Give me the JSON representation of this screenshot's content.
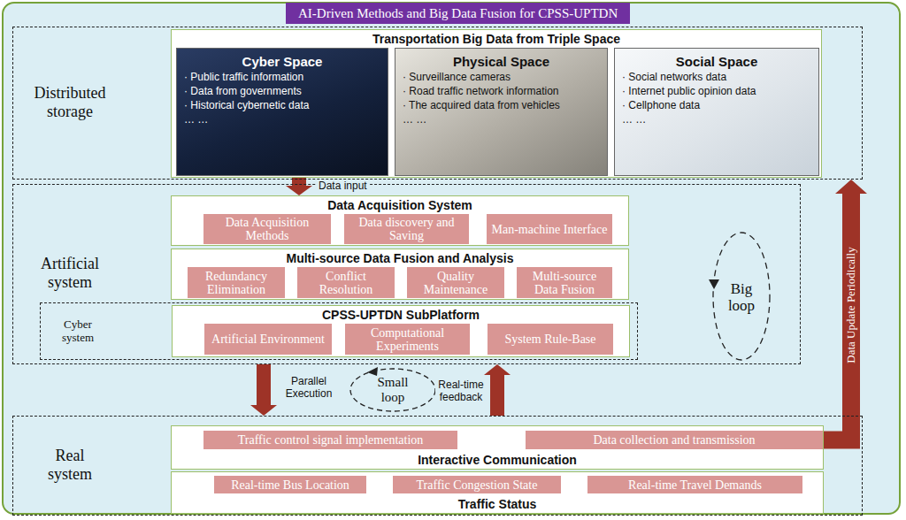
{
  "diagram": {
    "title": "AI-Driven Methods and Big Data Fusion for CPSS-UPTDN",
    "nodes": [
      {
        "text": [
          "Distributed storage"
        ]
      },
      {
        "text": [
          "Transportation Big Data from Triple Space"
        ],
        "in": 0
      },
      {
        "text": [
          "Cyber Space",
          "· Public traffic information",
          "· Data from governments",
          "· Historical cybernetic data",
          "… …"
        ],
        "in": 1
      },
      {
        "text": [
          "Physical Space",
          "· Surveillance cameras",
          "· Road traffic network information",
          "· The acquired data from vehicles",
          "… …"
        ],
        "in": 1
      },
      {
        "text": [
          "Social Space",
          "· Social networks data",
          "· Internet public opinion data",
          "· Cellphone data",
          "… …"
        ],
        "in": 1
      },
      {
        "text": [
          "Artificial system"
        ]
      },
      {
        "text": [
          "Data Acquisition System"
        ],
        "in": 5
      },
      {
        "text": [
          "Data Acquisition Methods"
        ],
        "in": 6
      },
      {
        "text": [
          "Data discovery and Saving"
        ],
        "in": 6
      },
      {
        "text": [
          "Man-machine Interface"
        ],
        "in": 6
      },
      {
        "text": [
          "Multi-source Data Fusion and Analysis"
        ],
        "in": 5
      },
      {
        "text": [
          "Redundancy Elimination"
        ],
        "in": 10
      },
      {
        "text": [
          "Conflict Resolution"
        ],
        "in": 10
      },
      {
        "text": [
          "Quality Maintenance"
        ],
        "in": 10
      },
      {
        "text": [
          "Multi-source Data Fusion"
        ],
        "in": 10
      },
      {
        "text": [
          "Cyber system"
        ],
        "in": 5
      },
      {
        "text": [
          "CPSS-UPTDN SubPlatform"
        ],
        "in": 15
      },
      {
        "text": [
          "Artificial Environment"
        ],
        "in": 16
      },
      {
        "text": [
          "Computational Experiments"
        ],
        "in": 16
      },
      {
        "text": [
          "System Rule-Base"
        ],
        "in": 16
      },
      {
        "text": [
          "Real system"
        ]
      },
      {
        "text": [
          "Interactive Communication"
        ],
        "in": 20
      },
      {
        "text": [
          "Traffic control signal implementation"
        ],
        "in": 21
      },
      {
        "text": [
          "Data collection and transmission"
        ],
        "in": 21
      },
      {
        "text": [
          "Traffic Status"
        ],
        "in": 20
      },
      {
        "text": [
          "Real-time Bus Location"
        ],
        "in": 24
      },
      {
        "text": [
          "Traffic Congestion State"
        ],
        "in": 24
      },
      {
        "text": [
          "Real-time Travel Demands"
        ],
        "in": 24
      }
    ],
    "edges": [
      {
        "from": 1,
        "to": 6,
        "arrow": "to",
        "label": "Data input"
      },
      {
        "from": 5,
        "to": 20,
        "arrow": "to",
        "label": "Parallel Execution"
      },
      {
        "from": 20,
        "to": 5,
        "arrow": "to",
        "label": "Real-time feedback"
      },
      {
        "from": 23,
        "to": 0,
        "arrow": "to",
        "label": "Data Update Periodically"
      }
    ],
    "labels": [
      "Big loop",
      "Small loop"
    ]
  }
}
